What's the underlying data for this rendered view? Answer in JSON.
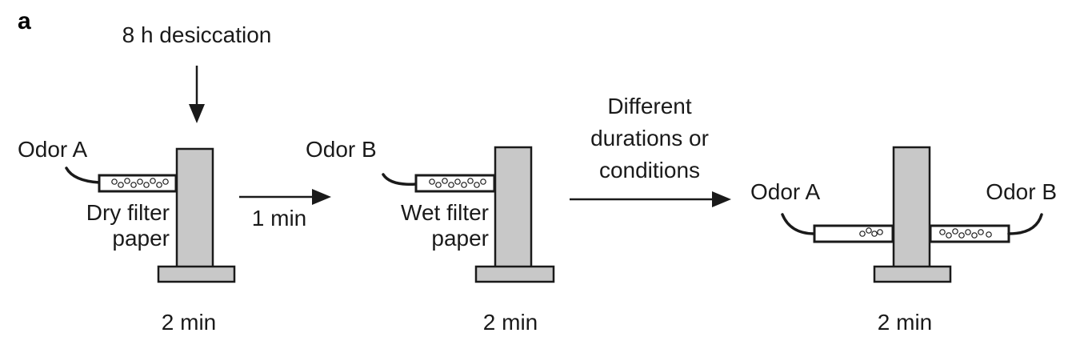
{
  "panel_label": "a",
  "step1": {
    "top_label": "8 h desiccation",
    "odor_label": "Odor A",
    "paper_label_line1": "Dry filter",
    "paper_label_line2": "paper",
    "duration": "2 min"
  },
  "transition1": {
    "label": "1 min"
  },
  "step2": {
    "odor_label": "Odor B",
    "paper_label_line1": "Wet filter",
    "paper_label_line2": "paper",
    "duration": "2 min"
  },
  "transition2": {
    "label_line1": "Different",
    "label_line2": "durations or",
    "label_line3": "conditions"
  },
  "step3": {
    "odor_left_label": "Odor A",
    "odor_right_label": "Odor B",
    "duration": "2 min"
  },
  "colors": {
    "stand_fill": "#c8c8c8",
    "stroke": "#1a1a1a"
  }
}
